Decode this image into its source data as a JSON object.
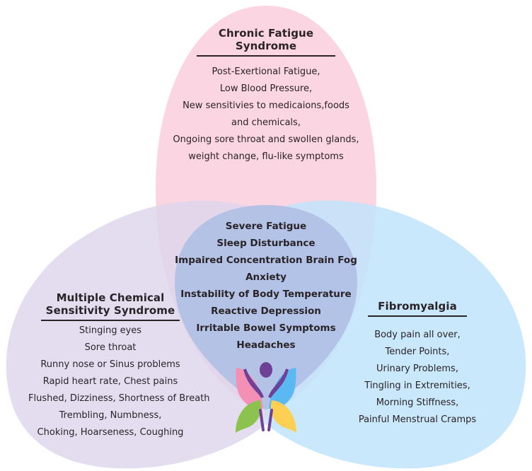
{
  "colors": {
    "chronic_fatigue": "#fbd3df",
    "multiple_chemical": "#ddd4ec",
    "fibromyalgia": "#bfe4fa",
    "overlap_center": "#b1c1e6",
    "text": "#2a2327",
    "logo_pink": "#f48fb5",
    "logo_blue": "#5ab8f2",
    "logo_green": "#8cc34f",
    "logo_yellow": "#fdd053",
    "logo_purple": "#6e4096"
  },
  "chronic_fatigue": {
    "title_line1": "Chronic Fatigue",
    "title_line2": "Syndrome",
    "items": [
      "Post-Exertional Fatigue,",
      "Low Blood Pressure,",
      "New sensitivies to medicaions,foods",
      "and chemicals,",
      "Ongoing sore throat and swollen glands,",
      "weight change, flu-like symptoms"
    ]
  },
  "shared": {
    "items": [
      "Severe Fatigue",
      "Sleep Disturbance",
      "Impaired Concentration Brain Fog",
      "Anxiety",
      "Instability of Body Temperature",
      "Reactive Depression",
      "Irritable Bowel Symptoms",
      "Headaches"
    ]
  },
  "multiple_chemical": {
    "title_line1": "Multiple Chemical",
    "title_line2": "Sensitivity Syndrome",
    "items": [
      "Stinging eyes",
      "Sore throat",
      "Runny nose or Sinus problems",
      "Rapid heart rate, Chest pains",
      "Flushed, Dizziness, Shortness of Breath",
      "Trembling, Numbness,",
      "Choking, Hoarseness, Coughing"
    ]
  },
  "fibromyalgia": {
    "title": "Fibromyalgia",
    "items": [
      "Body pain all over,",
      "Tender Points,",
      "Urinary Problems,",
      "Tingling in Extremities,",
      "Morning Stiffness,",
      "Painful Menstrual Cramps"
    ]
  },
  "logo": {
    "icon": "butterfly-person-icon"
  }
}
